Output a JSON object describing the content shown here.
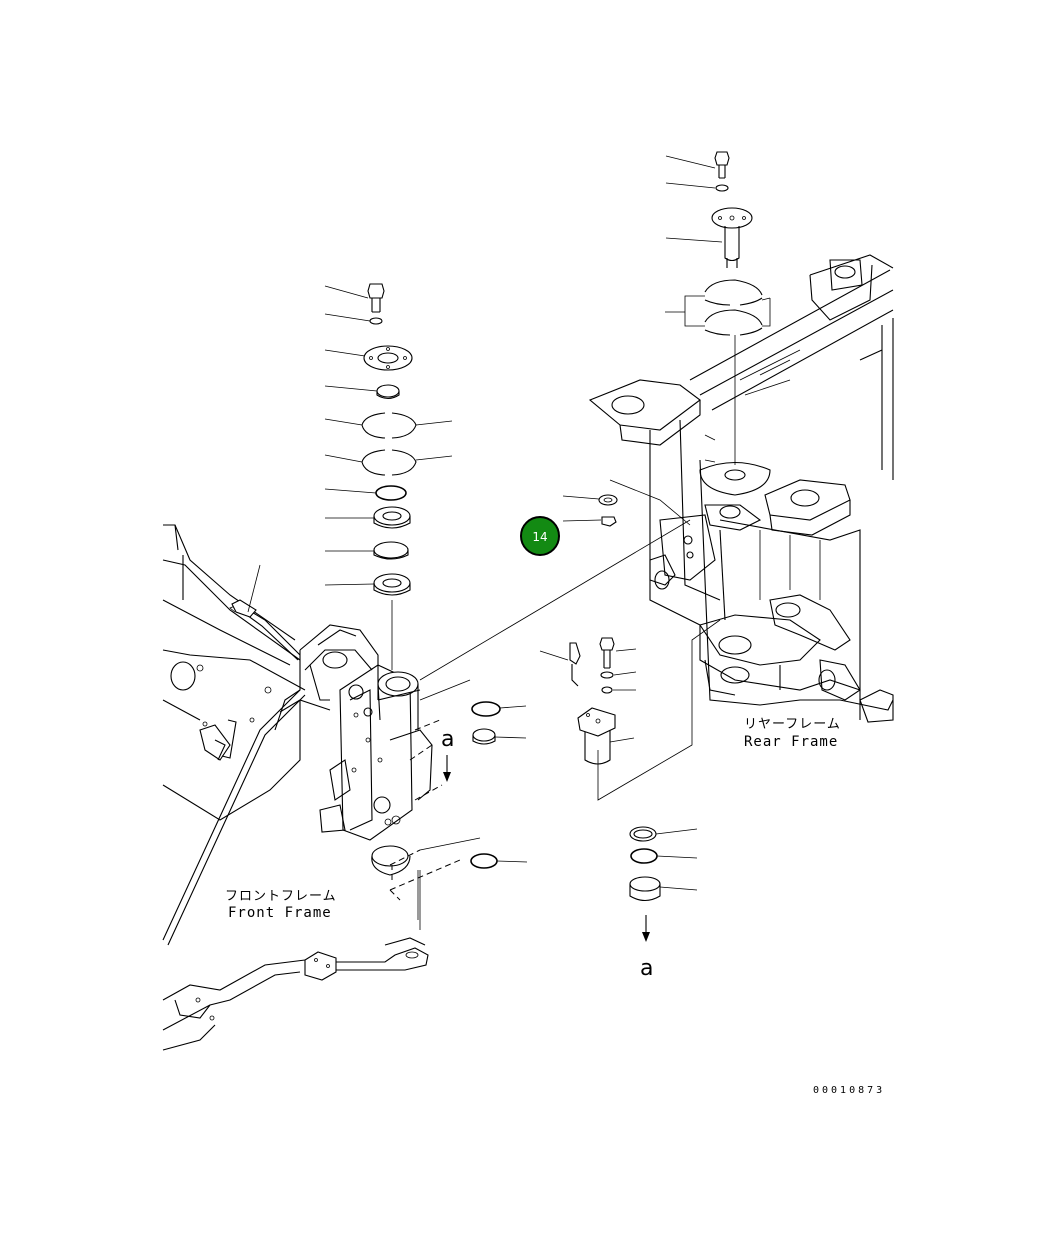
{
  "labels": {
    "rear_frame_jp": "リヤーフレーム",
    "rear_frame_en": "Rear Frame",
    "front_frame_jp": "フロントフレーム",
    "front_frame_en": "Front Frame",
    "view_ref_upper": "a",
    "view_ref_lower": "a",
    "image_number": "00010873"
  },
  "callouts": [
    {
      "number": "14",
      "color": "#138a13"
    }
  ]
}
